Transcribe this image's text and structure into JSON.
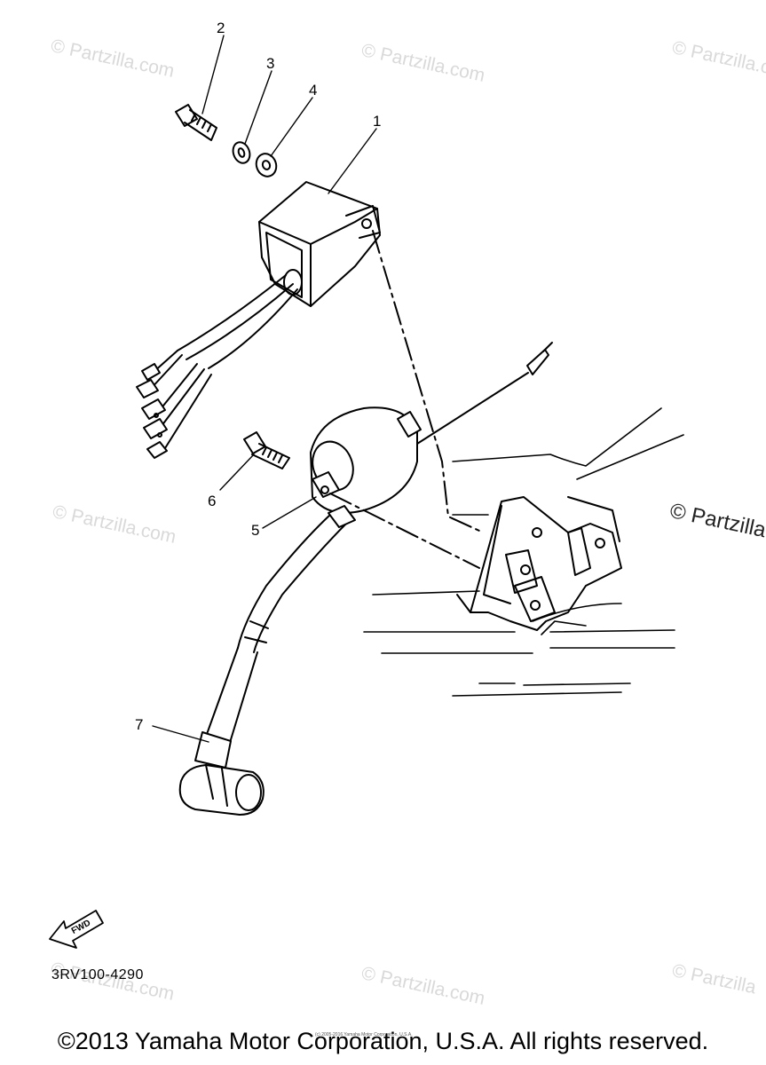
{
  "watermarks": [
    "© Partzilla.com",
    "© Partzilla.com",
    "© Partzilla.com",
    "© Partzilla.com",
    "© Partzilla",
    "© Partzilla.com",
    "© Partzilla.com",
    "© Partzilla"
  ],
  "callouts": [
    "1",
    "2",
    "3",
    "4",
    "5",
    "6",
    "7"
  ],
  "fwd_label": "FWD",
  "diagram_ref": "3RV100-4290",
  "copyright": "©2013 Yamaha Motor Corporation, U.S.A. All rights reserved.",
  "fine_print": "(c) 2005-2016 Yamaha Motor Corporation, U.S.A."
}
